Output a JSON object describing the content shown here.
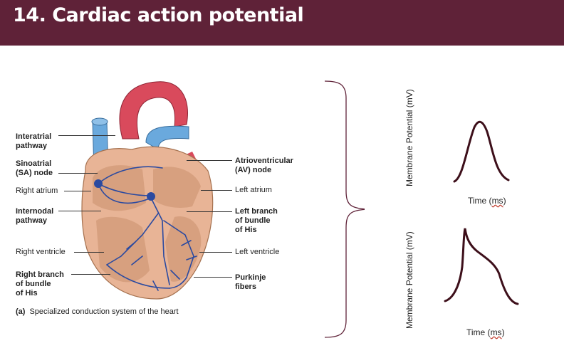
{
  "header": {
    "title": "14. Cardiac action potential",
    "color": "#5f2238"
  },
  "diagram": {
    "labels_left": [
      {
        "text": "Interatrial\npathway",
        "bold": true
      },
      {
        "text": "Sinoatrial\n(SA) node",
        "bold": true
      },
      {
        "text": "Right atrium",
        "bold": false
      },
      {
        "text": "Internodal\npathway",
        "bold": true
      },
      {
        "text": "Right ventricle",
        "bold": false
      },
      {
        "text": "Right branch\nof bundle\nof His",
        "bold": true
      }
    ],
    "labels_right": [
      {
        "text": "Atrioventricular\n(AV) node",
        "bold": true
      },
      {
        "text": "Left atrium",
        "bold": false
      },
      {
        "text": "Left branch\nof bundle\nof His",
        "bold": true
      },
      {
        "text": "Left ventricle",
        "bold": false
      },
      {
        "text": "Purkinje\nfibers",
        "bold": true
      }
    ],
    "caption_letter": "(a)",
    "caption_text": "Specialized conduction system of the heart"
  },
  "plots": [
    {
      "ylabel": "Membrane Potential (mV)",
      "xlabel_pre": "Time (",
      "xlabel_u": "ms",
      "xlabel_post": ")",
      "shape": "sa-node-peak"
    },
    {
      "ylabel": "Membrane Potential (mV)",
      "xlabel_pre": "Time (",
      "xlabel_u": "ms",
      "xlabel_post": ")",
      "shape": "ventricular-plateau"
    }
  ],
  "colors": {
    "trace": "#3d0f1a",
    "artery": "#d94a5c",
    "vein": "#6aa9dd",
    "tissue": "#e8b496",
    "conduction": "#2b4aa0"
  }
}
